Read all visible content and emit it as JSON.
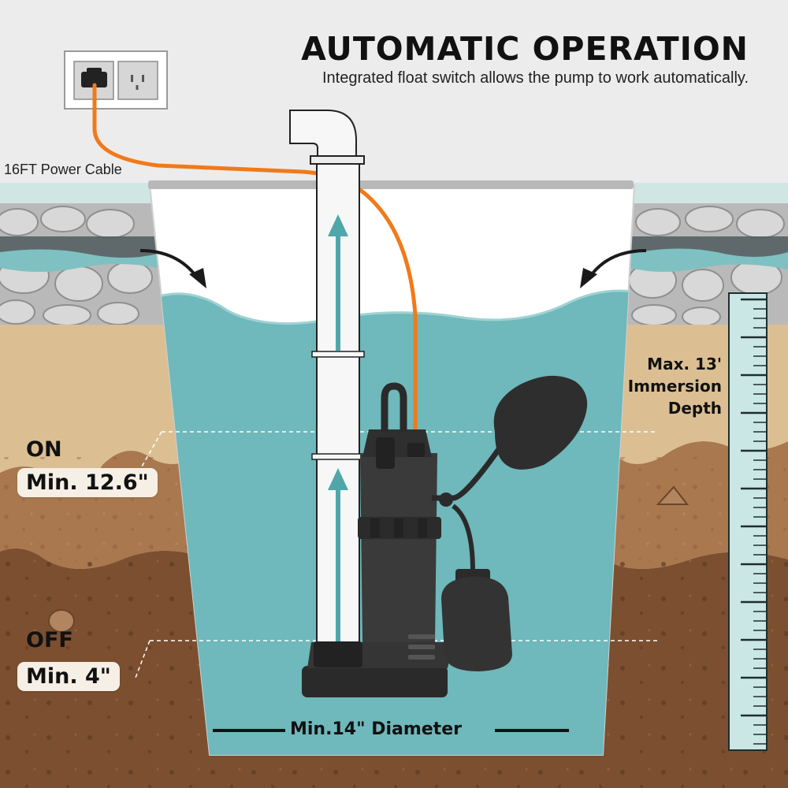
{
  "header": {
    "title": "AUTOMATIC OPERATION",
    "subtitle": "Integrated float switch allows the pump to work automatically."
  },
  "labels": {
    "power_cable": "16FT Power Cable",
    "max_depth": [
      "Max. 13'",
      "Immersion",
      "Depth"
    ],
    "on_state": "ON",
    "on_level": "Min. 12.6\"",
    "off_state": "OFF",
    "off_level": "Min. 4\"",
    "diameter": "Min.14\" Diameter"
  },
  "colors": {
    "wall": "#ececec",
    "water": "#6fb8bb",
    "gravel": "#b7b7b7",
    "sand": "#dbbf92",
    "soil_mid": "#a9784e",
    "soil_deep": "#7b4f30",
    "cable": "#f07a1a",
    "pump_body": "#3a3a3a",
    "pipe": "#f6f6f6",
    "flow_arrow": "#4fa7a9"
  },
  "icons": {
    "outlet_plugged": "plug-icon",
    "outlet_empty": "socket-icon",
    "inflow_left": "inflow-arrow-icon",
    "inflow_right": "inflow-arrow-icon"
  }
}
